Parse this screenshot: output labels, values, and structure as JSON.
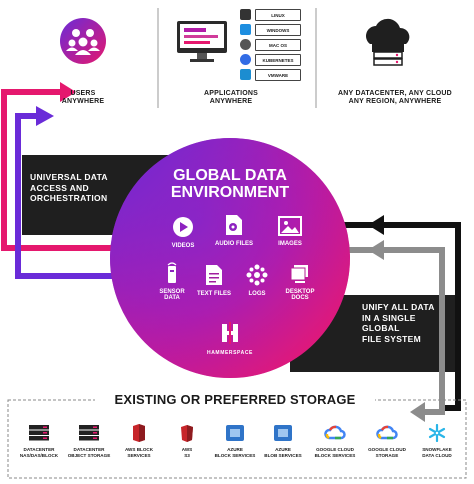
{
  "top": {
    "users": {
      "line1": "USERS",
      "line2": "ANYWHERE"
    },
    "applications": {
      "line1": "APPLICATIONS",
      "line2": "ANYWHERE"
    },
    "datacenter": {
      "line1": "ANY DATACENTER, ANY CLOUD",
      "line2": "ANY REGION, ANYWHERE"
    },
    "os_list": [
      "LINUX",
      "WINDOWS",
      "MAC OS",
      "KUBERNETES",
      "VMWARE"
    ]
  },
  "left_band": {
    "lines": [
      "UNIVERSAL DATA",
      "ACCESS AND",
      "ORCHESTRATION"
    ]
  },
  "right_band": {
    "lines": [
      "UNIFY ALL DATA",
      "IN A SINGLE",
      "GLOBAL",
      "FILE SYSTEM"
    ]
  },
  "circle": {
    "title_line1": "GLOBAL DATA",
    "title_line2": "ENVIRONMENT",
    "items": [
      {
        "icon": "play-icon",
        "label": "VIDEOS"
      },
      {
        "icon": "audio-file-icon",
        "label": "AUDIO FILES"
      },
      {
        "icon": "image-icon",
        "label": "IMAGES"
      },
      {
        "icon": "sensor-icon",
        "label": "SENSOR DATA"
      },
      {
        "icon": "text-file-icon",
        "label": "TEXT FILES"
      },
      {
        "icon": "logs-icon",
        "label": "LOGS"
      },
      {
        "icon": "desktop-docs-icon",
        "label": "DESKTOP DOCS"
      }
    ],
    "brand": "HAMMERSPACE"
  },
  "storage": {
    "title": "EXISTING OR PREFERRED STORAGE",
    "items": [
      {
        "icon": "server-icon",
        "line1": "DATACENTER",
        "line2": "NAS/DAS/BLOCK"
      },
      {
        "icon": "server-icon",
        "line1": "DATACENTER",
        "line2": "OBJECT STORAGE"
      },
      {
        "icon": "aws-block-icon",
        "line1": "AWS BLOCK",
        "line2": "SERVICES"
      },
      {
        "icon": "aws-s3-icon",
        "line1": "AWS",
        "line2": "S3"
      },
      {
        "icon": "azure-icon",
        "line1": "AZURE",
        "line2": "BLOCK SERVICES"
      },
      {
        "icon": "azure-icon",
        "line1": "AZURE",
        "line2": "BLOB SERVICES"
      },
      {
        "icon": "google-cloud-icon",
        "line1": "GOOGLE CLOUD",
        "line2": "BLOCK SERVICES"
      },
      {
        "icon": "google-cloud-icon",
        "line1": "GOOGLE CLOUD",
        "line2": "STORAGE"
      },
      {
        "icon": "snowflake-icon",
        "line1": "SNOWFLAKE",
        "line2": "DATA CLOUD"
      }
    ]
  },
  "colors": {
    "band": "#1f1f1f",
    "pink": "#e5186e",
    "purple": "#6a2bd8",
    "arrow_black": "#111111",
    "arrow_gray": "#8c8c8c",
    "aws_red": "#c7252a",
    "azure_blue": "#2f74c8",
    "snowflake_blue": "#29b5e8"
  }
}
